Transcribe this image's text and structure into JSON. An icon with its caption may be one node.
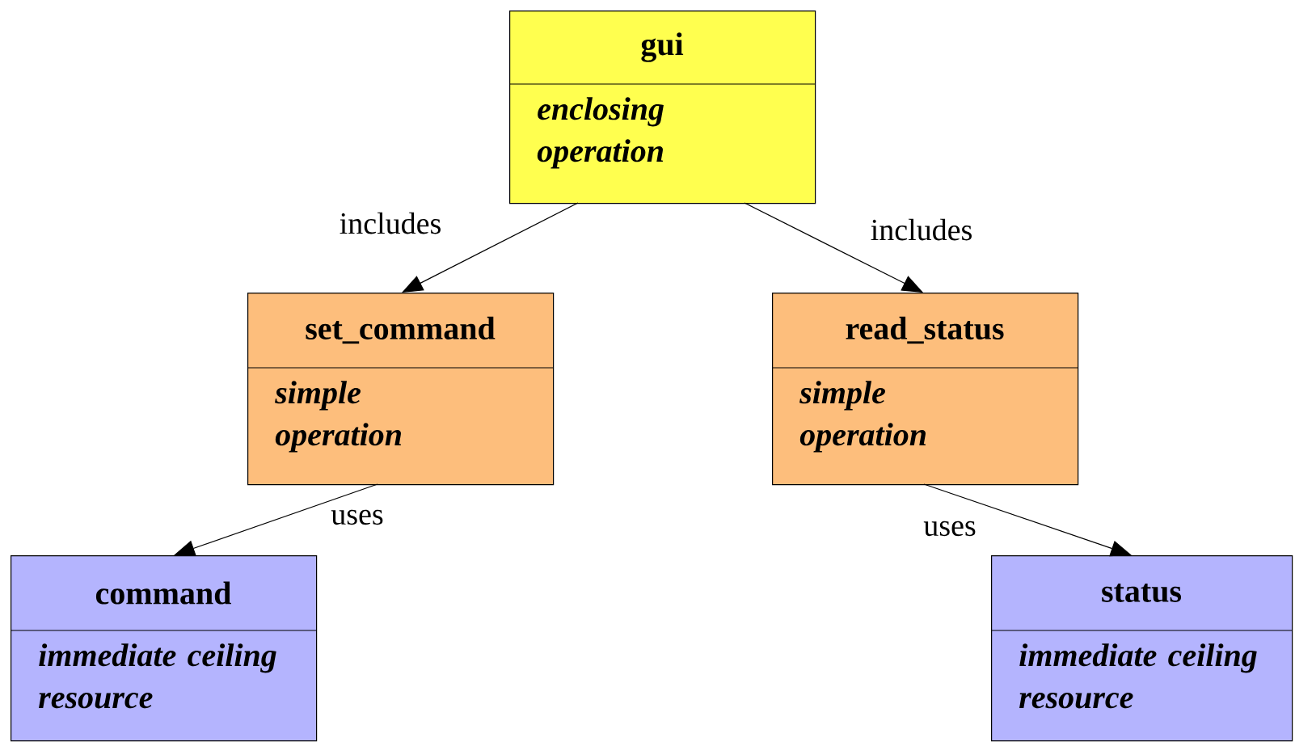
{
  "diagram": {
    "nodes": [
      {
        "text": [
          "gui",
          "enclosing operation"
        ]
      },
      {
        "text": [
          "set_command",
          "simple operation"
        ]
      },
      {
        "text": [
          "read_status",
          "simple operation"
        ]
      },
      {
        "text": [
          "command",
          "immediate ceiling resource"
        ]
      },
      {
        "text": [
          "status",
          "immediate ceiling resource"
        ]
      }
    ],
    "edges": [
      {
        "from": 0,
        "to": 1,
        "arrow": "to",
        "label": "includes"
      },
      {
        "from": 0,
        "to": 2,
        "arrow": "to",
        "label": "includes"
      },
      {
        "from": 1,
        "to": 3,
        "arrow": "to",
        "label": "uses"
      },
      {
        "from": 2,
        "to": 4,
        "arrow": "to",
        "label": "uses"
      }
    ]
  }
}
